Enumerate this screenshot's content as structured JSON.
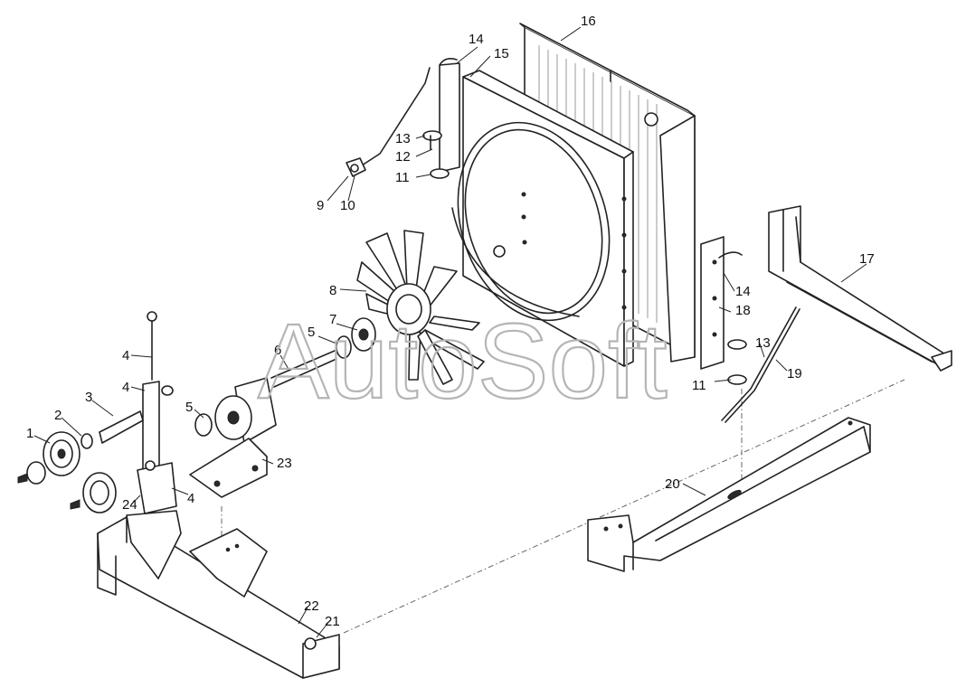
{
  "watermark": "AutoSoft",
  "callouts": [
    {
      "id": "c1",
      "text": "1"
    },
    {
      "id": "c2",
      "text": "2"
    },
    {
      "id": "c3",
      "text": "3"
    },
    {
      "id": "c4a",
      "text": "4"
    },
    {
      "id": "c4b",
      "text": "4"
    },
    {
      "id": "c4c",
      "text": "4"
    },
    {
      "id": "c5a",
      "text": "5"
    },
    {
      "id": "c5b",
      "text": "5"
    },
    {
      "id": "c6",
      "text": "6"
    },
    {
      "id": "c7",
      "text": "7"
    },
    {
      "id": "c8",
      "text": "8"
    },
    {
      "id": "c9",
      "text": "9"
    },
    {
      "id": "c10",
      "text": "10"
    },
    {
      "id": "c11a",
      "text": "11"
    },
    {
      "id": "c11b",
      "text": "11"
    },
    {
      "id": "c12",
      "text": "12"
    },
    {
      "id": "c13a",
      "text": "13"
    },
    {
      "id": "c13b",
      "text": "13"
    },
    {
      "id": "c14a",
      "text": "14"
    },
    {
      "id": "c14b",
      "text": "14"
    },
    {
      "id": "c15",
      "text": "15"
    },
    {
      "id": "c16",
      "text": "16"
    },
    {
      "id": "c17",
      "text": "17"
    },
    {
      "id": "c18",
      "text": "18"
    },
    {
      "id": "c19",
      "text": "19"
    },
    {
      "id": "c20",
      "text": "20"
    },
    {
      "id": "c21",
      "text": "21"
    },
    {
      "id": "c22",
      "text": "22"
    },
    {
      "id": "c23",
      "text": "23"
    },
    {
      "id": "c24",
      "text": "24"
    }
  ]
}
